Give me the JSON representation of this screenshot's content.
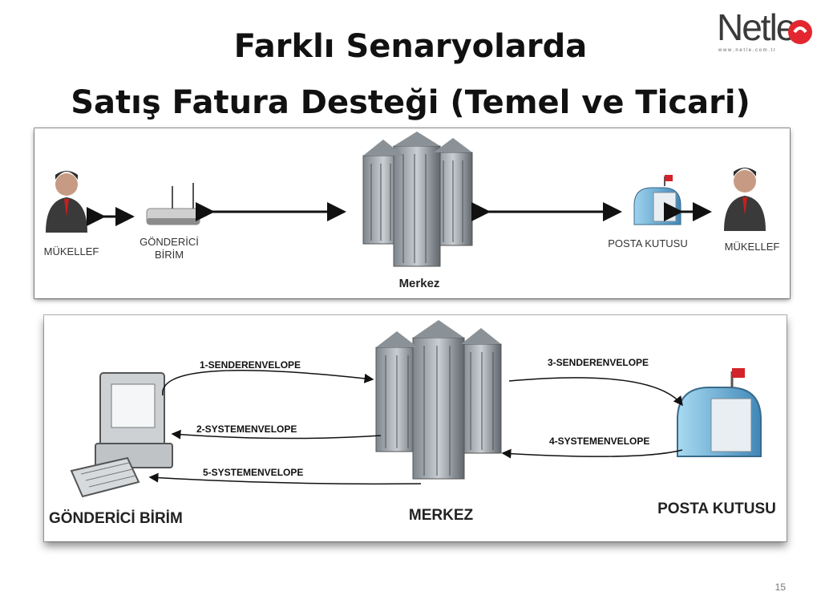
{
  "slide": {
    "title_line1": "Farklı Senaryolarda",
    "title_line2": "Satış Fatura Desteği (Temel ve Ticari)",
    "page_number": "15"
  },
  "logo": {
    "name": "Netle",
    "tagline": "w w w . n e t l e . c o m . t r"
  },
  "panel1": {
    "left_user": "MÜKELLEF",
    "sender_line1": "GÖNDERİCİ",
    "sender_line2": "BİRİM",
    "center": "Merkez",
    "mailbox": "POSTA KUTUSU",
    "right_user": "MÜKELLEF"
  },
  "panel2": {
    "arrow1": "1-SENDERENVELOPE",
    "arrow2": "2-SYSTEMENVELOPE",
    "arrow3": "3-SENDERENVELOPE",
    "arrow4": "4-SYSTEMENVELOPE",
    "arrow5": "5-SYSTEMENVELOPE",
    "sender": "GÖNDERİCİ BİRİM",
    "center": "MERKEZ",
    "mailbox": "POSTA KUTUSU"
  },
  "colors": {
    "logo_red": "#e3262f",
    "logo_text": "#3a3a3a",
    "arrow": "#111111"
  }
}
